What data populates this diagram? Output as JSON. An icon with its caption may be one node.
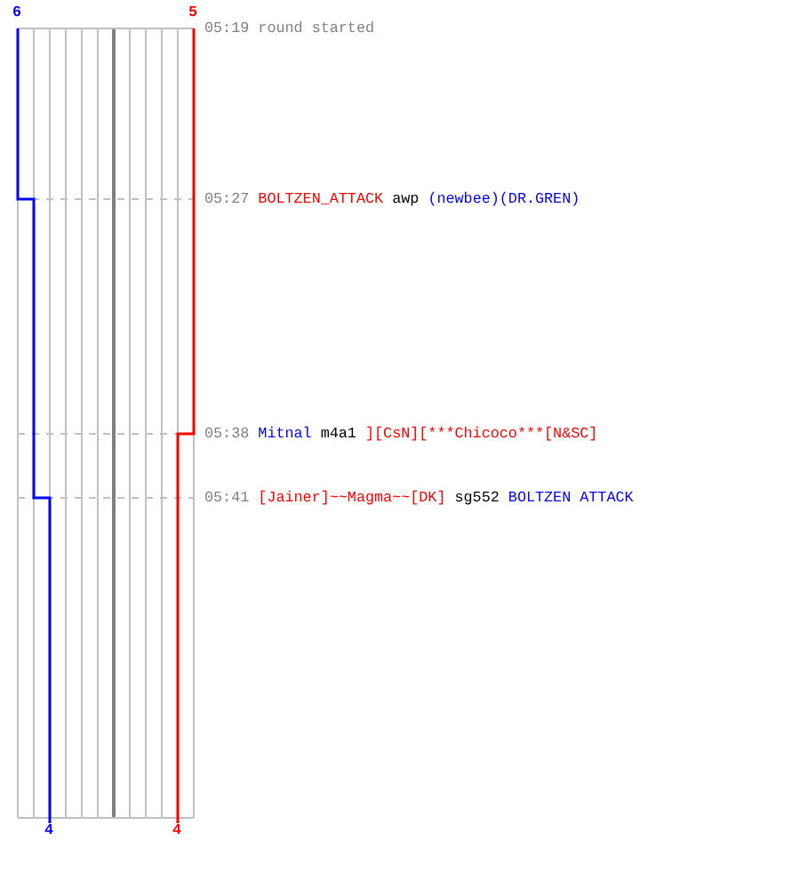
{
  "diagram": {
    "labels": [
      "6",
      "5",
      "05:19",
      "round started",
      "05:27",
      "BOLTZEN_ATTACK",
      "awp",
      "(newbee)(DR.GREN)",
      "05:38",
      "Mitnal",
      "m4a1",
      "][CsN][***Chicoco***[N&SC]",
      "05:41",
      "[Jainer]~~Magma~~[DK]",
      "sg552",
      "BOLTZEN ATTACK",
      "4",
      "4"
    ]
  }
}
